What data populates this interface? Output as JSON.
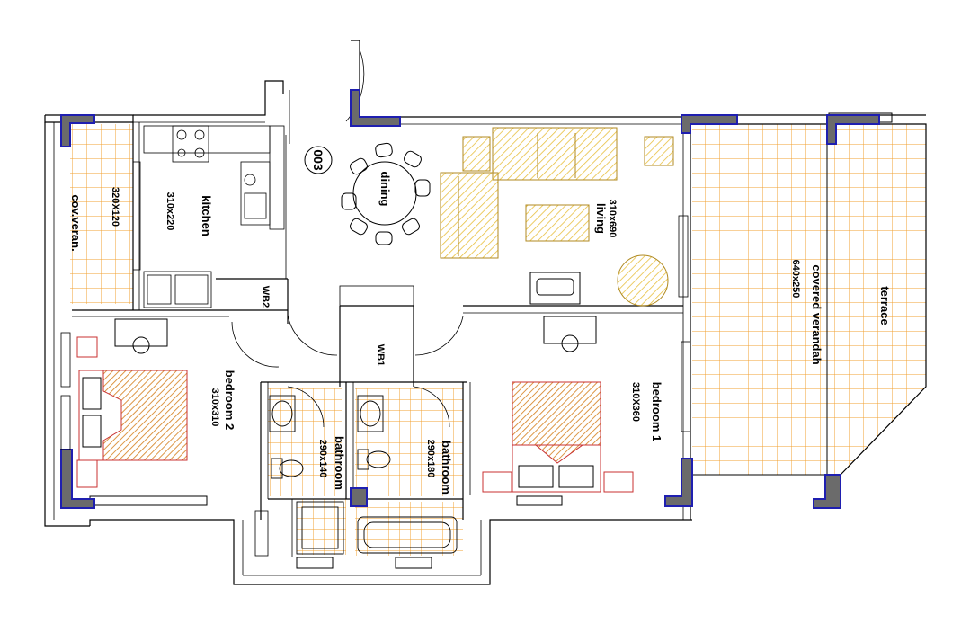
{
  "unit_number": "003",
  "rooms": {
    "cov_veranda": {
      "name": "cov.veran.",
      "size": "320X120"
    },
    "kitchen": {
      "name": "kitchen",
      "size": "310x220"
    },
    "dining": {
      "name": "dining"
    },
    "living": {
      "name": "living",
      "size": "310x690"
    },
    "covered_verandah": {
      "name": "covered verandah",
      "size": "640x250"
    },
    "terrace": {
      "name": "terrace"
    },
    "wb2": {
      "name": "WB2"
    },
    "wb1": {
      "name": "WB1"
    },
    "bedroom2": {
      "name": "bedroom 2",
      "size": "310x310"
    },
    "bathroom_a": {
      "name": "bathroom",
      "size": "290x140"
    },
    "bathroom_b": {
      "name": "bathroom",
      "size": "290x180"
    },
    "bedroom1": {
      "name": "bedroom 1",
      "size": "310X360"
    }
  },
  "colors": {
    "wall": "#000000",
    "column": "#6b6b6b",
    "column_edge": "#1f1fb0",
    "tile": "#f0a030",
    "furniture_yellow": "#f2d060",
    "bed_fill": "#e8a040",
    "bed_outline": "#c83030",
    "window": "#000000"
  }
}
